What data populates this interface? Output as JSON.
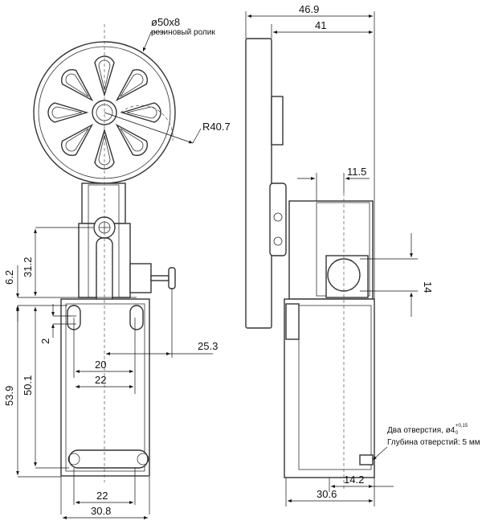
{
  "roller": {
    "diameter": "ø50x8",
    "material": "резиновый ролик"
  },
  "radius": "R40.7",
  "front": {
    "d6_2": "6.2",
    "d31_2": "31.2",
    "d2": "2",
    "d53_9": "53.9",
    "d50_1": "50.1",
    "d25_3": "25.3",
    "d20": "20",
    "d22_top": "22",
    "d22_bottom": "22",
    "d30_8": "30.8"
  },
  "side": {
    "d46_9": "46.9",
    "d41": "41",
    "d11_5": "11.5",
    "d14": "14",
    "d14_2": "14.2",
    "d30_6": "30.6"
  },
  "holes_note": {
    "line1_prefix": "Два отверстия, ø4",
    "tol_upper": "+0,15",
    "tol_lower": "0",
    "line2": "Глубина отверстий: 5 мм"
  }
}
